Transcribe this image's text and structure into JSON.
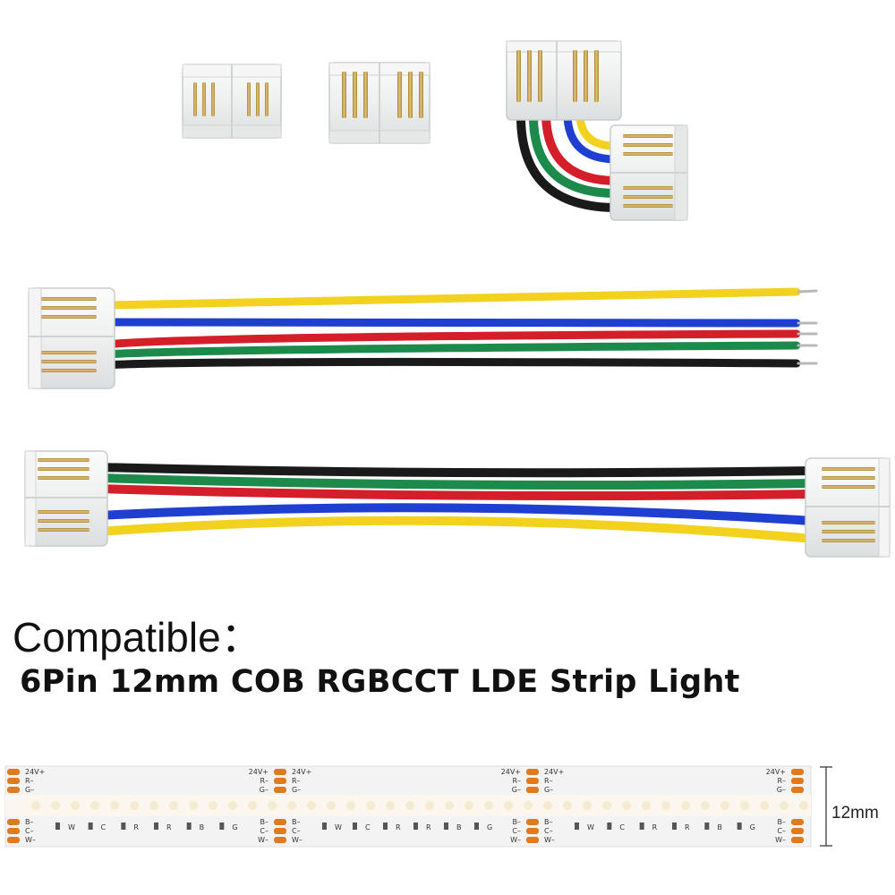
{
  "heading": "Compatible：",
  "subheading": "6Pin 12mm COB RGBCCT LDE Strip Light",
  "wire_colors": {
    "yellow": "#f2d21e",
    "blue": "#1f3fd0",
    "red": "#d41f2a",
    "green": "#1b8a4a",
    "black": "#1a1a1a",
    "pin_gold": "#c9a24a"
  },
  "strip": {
    "pad_color": "#e07a1f",
    "pad_labels_top": [
      "24V+",
      "R–",
      "G–"
    ],
    "pad_labels_bottom": [
      "B–",
      "C–",
      "W–"
    ],
    "channel_labels": [
      "W",
      "C",
      "R",
      "R",
      "B",
      "G"
    ],
    "width_label": "12mm"
  }
}
